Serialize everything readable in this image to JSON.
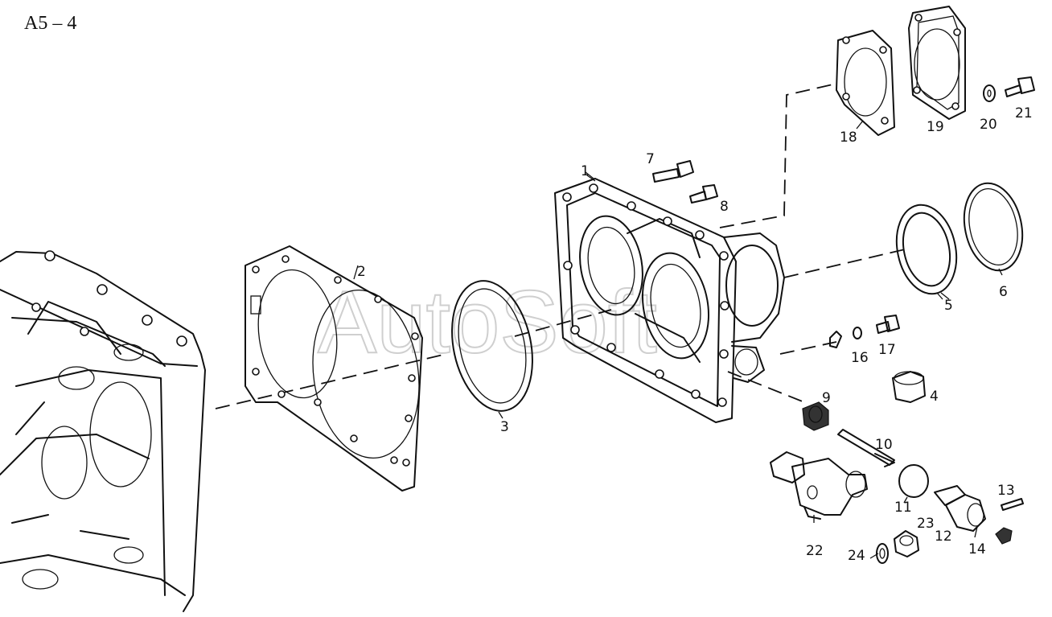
{
  "page_ref": "A5 – 4",
  "watermark": "AutoSoft",
  "callouts": {
    "c1": "1",
    "c2": "2",
    "c3": "3",
    "c4": "4",
    "c5": "5",
    "c6": "6",
    "c7": "7",
    "c8": "8",
    "c9": "9",
    "c10": "10",
    "c11": "11",
    "c12": "12",
    "c13": "13",
    "c14": "14",
    "c16": "16",
    "c17": "17",
    "c18": "18",
    "c19": "19",
    "c20": "20",
    "c21": "21",
    "c22": "22",
    "c23": "23",
    "c24": "24"
  }
}
